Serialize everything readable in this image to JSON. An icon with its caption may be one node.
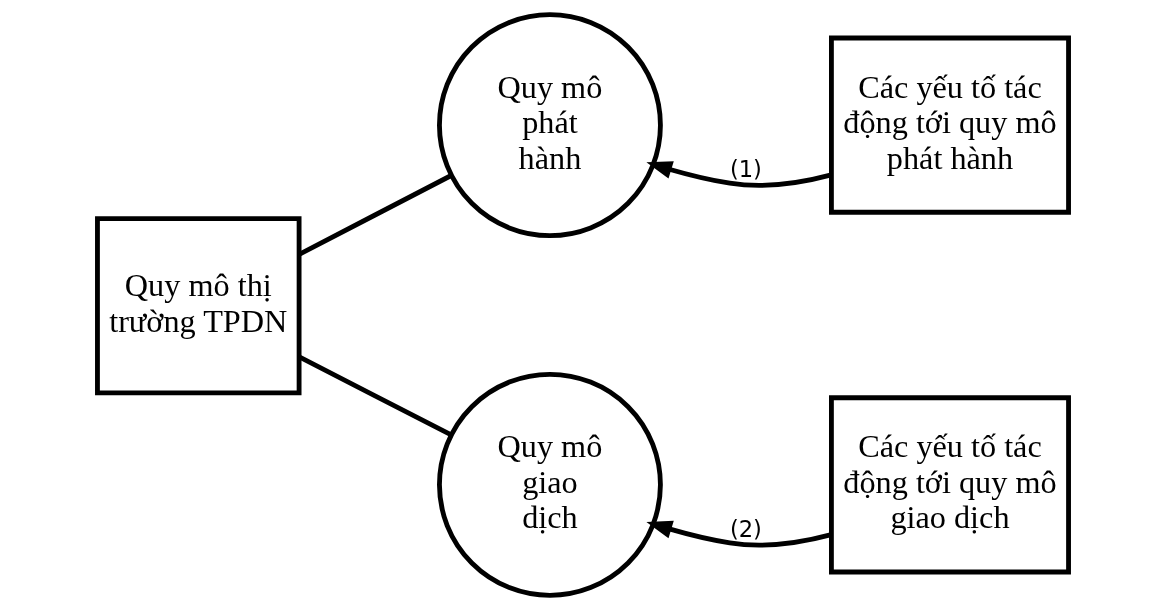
{
  "diagram": {
    "nodes": [
      {
        "text": [
          "Quy mô thị trường TPDN"
        ]
      },
      {
        "text": [
          "Quy mô phát hành"
        ]
      },
      {
        "text": [
          "Quy mô giao dịch"
        ]
      },
      {
        "text": [
          "Các yếu tố tác động tới quy mô phát hành"
        ]
      },
      {
        "text": [
          "Các yếu tố tác động tới quy mô giao dịch"
        ]
      }
    ],
    "edges": [
      {
        "from": 0,
        "to": 1,
        "arrow": "none"
      },
      {
        "from": 0,
        "to": 2,
        "arrow": "none"
      },
      {
        "from": 3,
        "to": 1,
        "arrow": "to",
        "label": "(1)"
      },
      {
        "from": 4,
        "to": 2,
        "arrow": "to",
        "label": "(2)"
      }
    ]
  }
}
